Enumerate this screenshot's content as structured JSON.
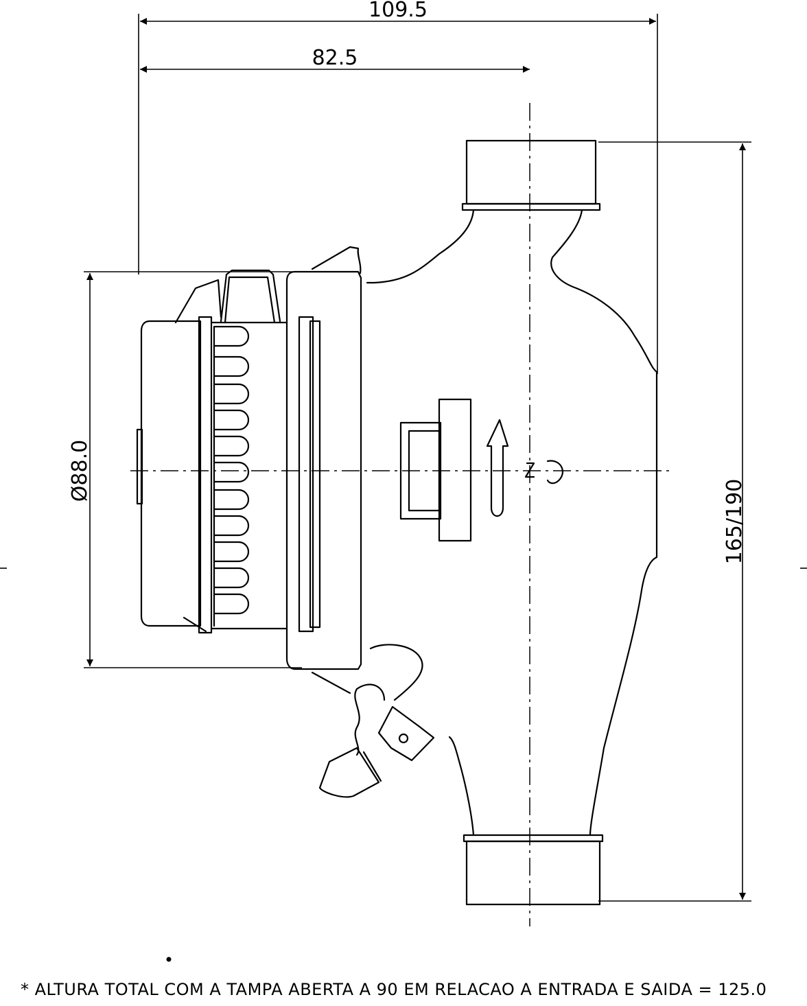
{
  "dimensions": {
    "overall_width": "109.5",
    "axis_offset": "82.5",
    "register_diameter": "Ø88.0",
    "length": "165/190"
  },
  "footnote": "* ALTURA TOTAL COM A TAMPA ABERTA A 90  EM RELACAO A ENTRADA E SAIDA = 125.0"
}
